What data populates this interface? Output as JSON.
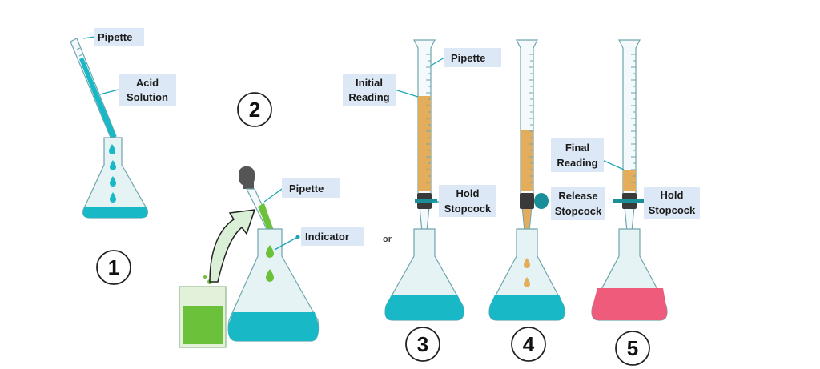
{
  "steps": {
    "s1": {
      "number": "1",
      "pipette_label": "Pipette",
      "acid_label_line1": "Acid",
      "acid_label_line2": "Solution"
    },
    "s2": {
      "number": "2",
      "pipette_label": "Pipette",
      "indicator_label": "Indicator"
    },
    "or_text": "or",
    "s3": {
      "number": "3",
      "pipette_label": "Pipette",
      "initial_line1": "Initial",
      "initial_line2": "Reading",
      "stopcock_line1": "Hold",
      "stopcock_line2": "Stopcock"
    },
    "s4": {
      "number": "4",
      "stopcock_line1": "Release",
      "stopcock_line2": "Stopcock"
    },
    "s5": {
      "number": "5",
      "final_line1": "Final",
      "final_line2": "Reading",
      "stopcock_line1": "Hold",
      "stopcock_line2": "Stopcock"
    }
  },
  "colors": {
    "cyan_solution": "#19b8c6",
    "titrant": "#e3ad5c",
    "indicator_green": "#6cc13a",
    "endpoint_pink": "#ef5b7a",
    "label_bg": "#dde8f6",
    "glass": "#e6f3f5"
  },
  "icons": [
    "pipette-icon",
    "dropper-icon",
    "burette-icon",
    "flask-icon",
    "beaker-icon",
    "arrow-icon",
    "stopcock-icon"
  ]
}
